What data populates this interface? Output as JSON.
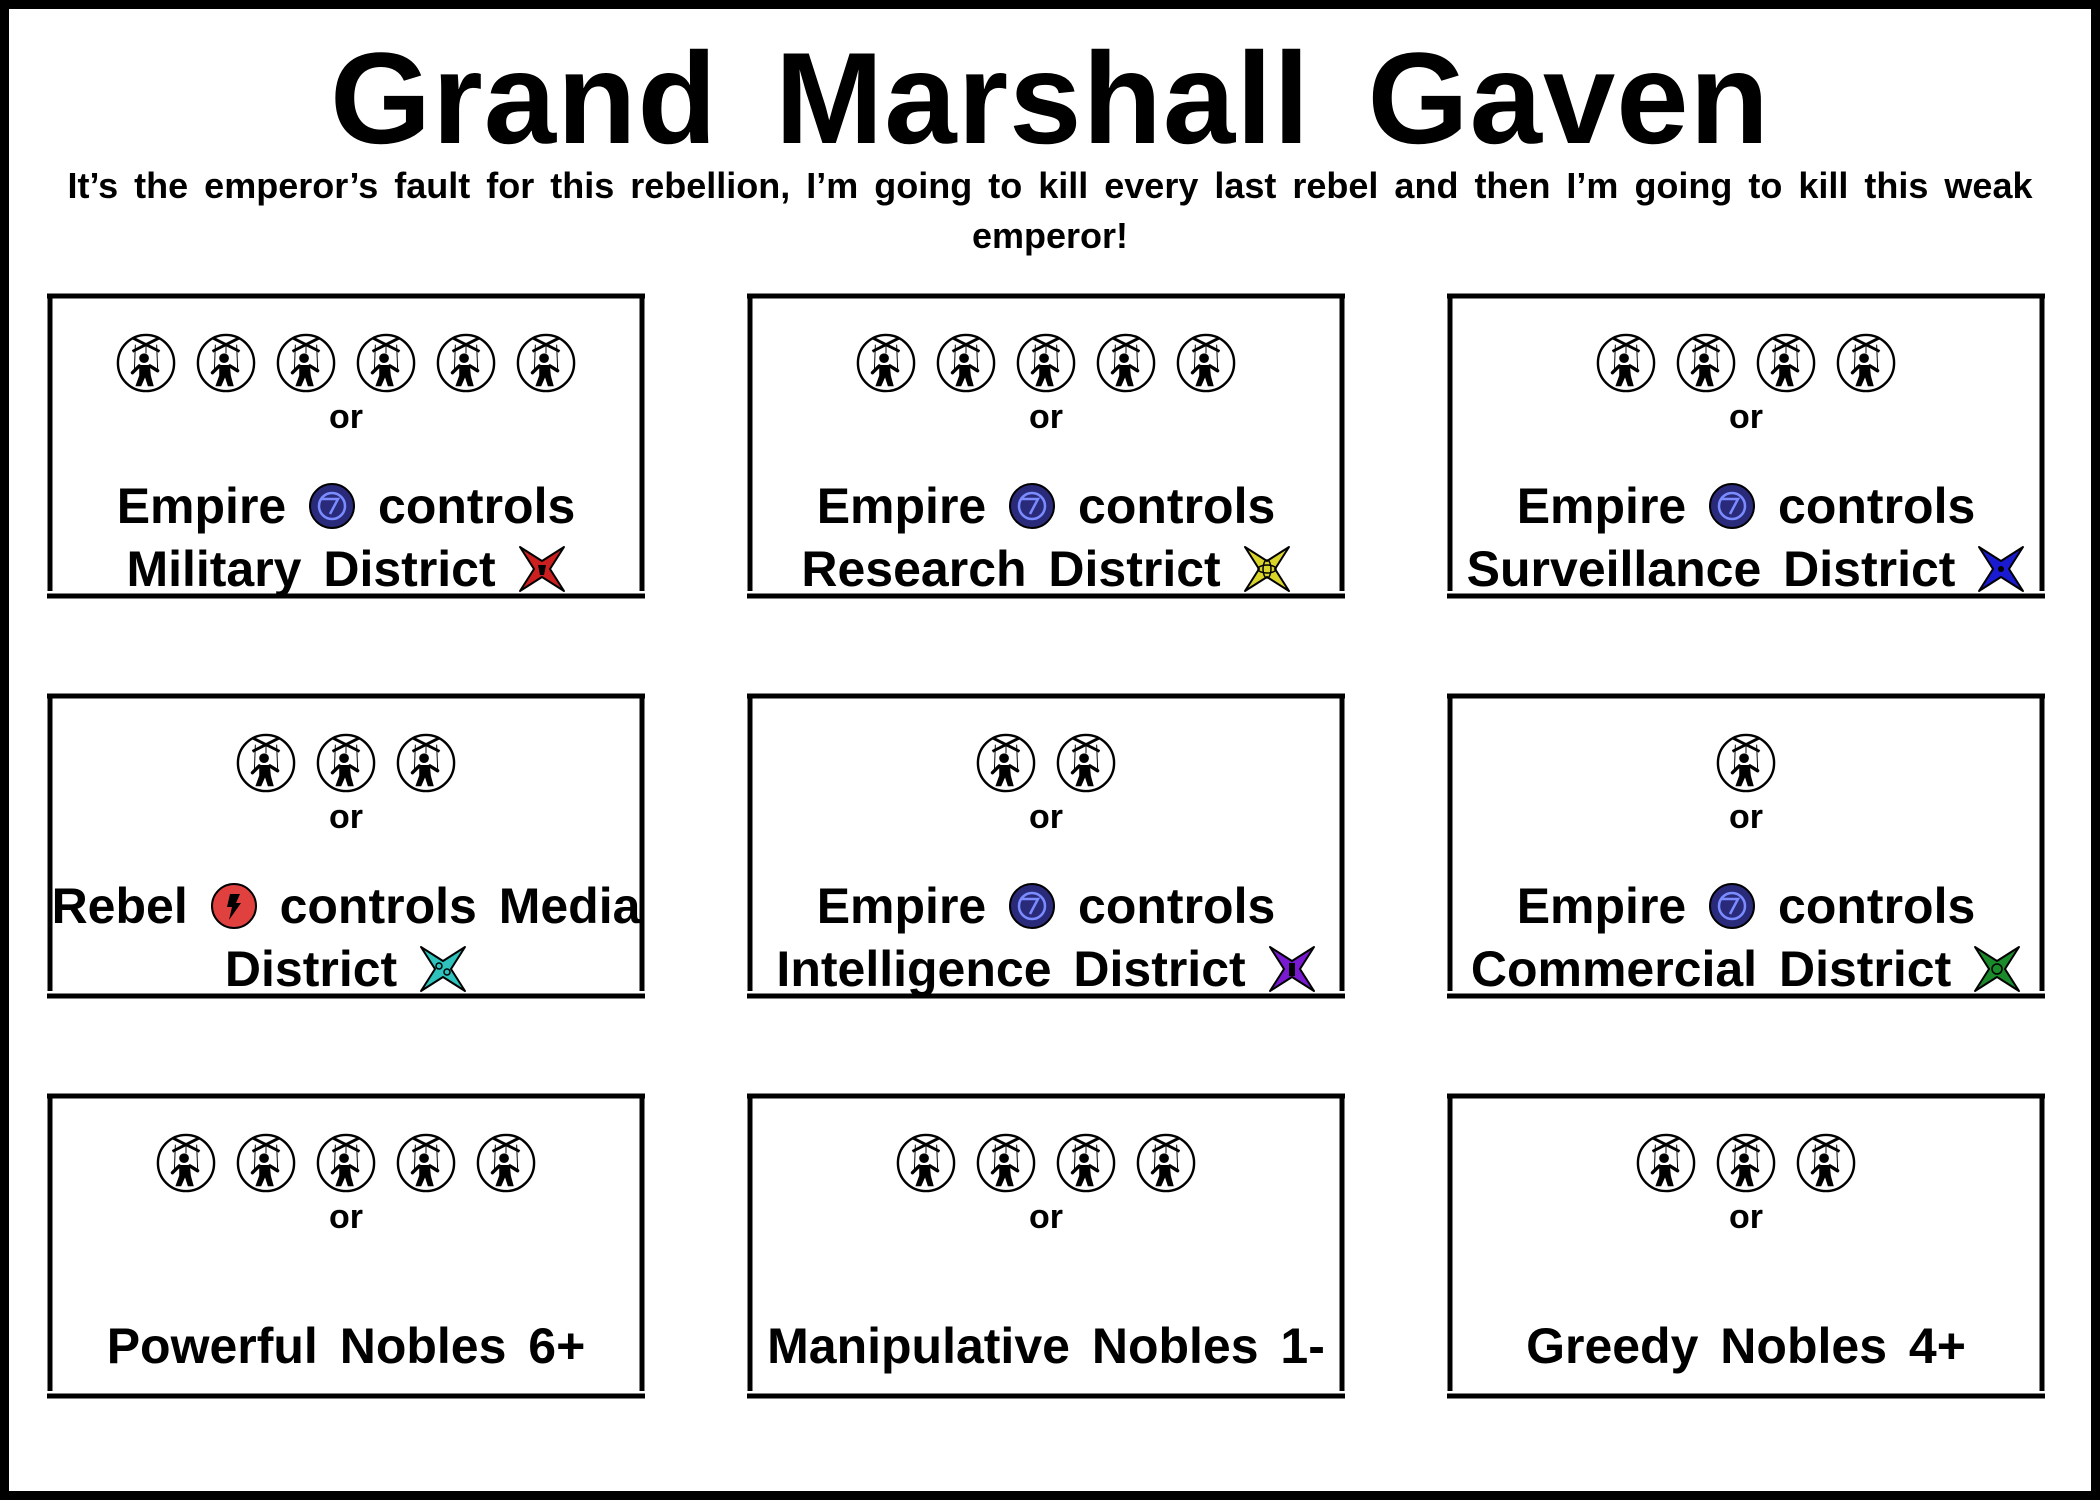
{
  "title": "Grand Marshall Gaven",
  "quote": "It’s the emperor’s fault for this rebellion, I’m going to kill every last rebel and then I’m going to kill this weak emperor!",
  "or_label": "or",
  "colors": {
    "empire": "#2a2a7a",
    "rebel": "#e0413f",
    "military": "#cc1f1f",
    "research": "#d8d42a",
    "surveillance": "#1a1ad0",
    "media": "#2ec4bd",
    "intelligence": "#7a1ad0",
    "commercial": "#1a8a2a"
  },
  "cards": [
    {
      "puppet_count": 6,
      "puppet_icon": "puppet-icon",
      "faction": "Empire",
      "faction_icon": "empire-icon",
      "line1_tail": "controls",
      "line2": "Military District",
      "district_icon": "military-district-icon"
    },
    {
      "puppet_count": 5,
      "puppet_icon": "puppet-icon",
      "faction": "Empire",
      "faction_icon": "empire-icon",
      "line1_tail": "controls",
      "line2": "Research District",
      "district_icon": "research-district-icon"
    },
    {
      "puppet_count": 4,
      "puppet_icon": "puppet-icon",
      "faction": "Empire",
      "faction_icon": "empire-icon",
      "line1_tail": "controls",
      "line2": "Surveillance District",
      "district_icon": "surveillance-district-icon"
    },
    {
      "puppet_count": 3,
      "puppet_icon": "puppet-icon",
      "faction": "Rebel",
      "faction_icon": "rebel-icon",
      "line1_tail": "controls Media",
      "line2": "District",
      "district_icon": "media-district-icon"
    },
    {
      "puppet_count": 2,
      "puppet_icon": "puppet-icon",
      "faction": "Empire",
      "faction_icon": "empire-icon",
      "line1_tail": "controls",
      "line2": "Intelligence District",
      "district_icon": "intelligence-district-icon"
    },
    {
      "puppet_count": 1,
      "puppet_icon": "puppet-icon",
      "faction": "Empire",
      "faction_icon": "empire-icon",
      "line1_tail": "controls",
      "line2": "Commercial District",
      "district_icon": "commercial-district-icon"
    },
    {
      "puppet_count": 5,
      "puppet_icon": "puppet-icon",
      "nobles": "Powerful Nobles 6+"
    },
    {
      "puppet_count": 4,
      "puppet_icon": "puppet-icon",
      "nobles": "Manipulative Nobles 1-"
    },
    {
      "puppet_count": 3,
      "puppet_icon": "puppet-icon",
      "nobles": "Greedy Nobles 4+"
    }
  ]
}
